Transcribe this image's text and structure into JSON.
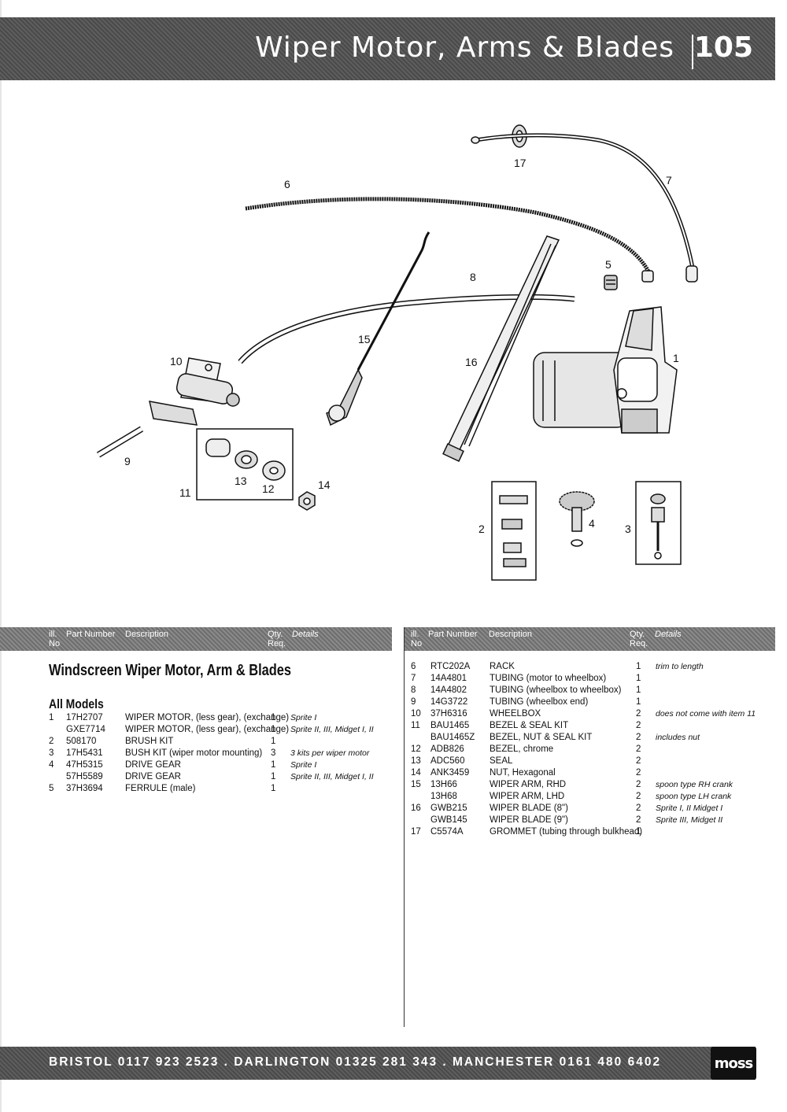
{
  "header": {
    "title": "Wiper Motor, Arms & Blades",
    "page_number": "105"
  },
  "diagram": {
    "callouts": [
      "1",
      "2",
      "3",
      "4",
      "5",
      "6",
      "7",
      "8",
      "9",
      "10",
      "11",
      "12",
      "13",
      "14",
      "15",
      "16",
      "17"
    ]
  },
  "table_headers": {
    "ill_no": "ill.\nNo",
    "part_number": "Part Number",
    "description": "Description",
    "qty": "Qty.\nReq.",
    "details": "Details"
  },
  "section": {
    "title": "Windscreen Wiper Motor, Arm & Blades",
    "subtitle": "All Models"
  },
  "left_rows": [
    {
      "no": "1",
      "part": "17H2707",
      "desc": "WIPER MOTOR, (less gear), (exchange)",
      "qty": "1",
      "details": "Sprite I"
    },
    {
      "no": "",
      "part": "GXE7714",
      "desc": "WIPER MOTOR, (less gear), (exchange)",
      "qty": "1",
      "details": "Sprite II, III, Midget I, II"
    },
    {
      "no": "2",
      "part": "508170",
      "desc": "BRUSH KIT",
      "qty": "1",
      "details": ""
    },
    {
      "no": "3",
      "part": "17H5431",
      "desc": "BUSH KIT (wiper motor mounting)",
      "qty": "3",
      "details": "3 kits per wiper motor"
    },
    {
      "no": "4",
      "part": "47H5315",
      "desc": "DRIVE GEAR",
      "qty": "1",
      "details": "Sprite I"
    },
    {
      "no": "",
      "part": "57H5589",
      "desc": "DRIVE GEAR",
      "qty": "1",
      "details": "Sprite II, III, Midget I, II"
    },
    {
      "no": "5",
      "part": "37H3694",
      "desc": "FERRULE (male)",
      "qty": "1",
      "details": ""
    }
  ],
  "right_rows": [
    {
      "no": "6",
      "part": "RTC202A",
      "desc": "RACK",
      "qty": "1",
      "details": "trim to length"
    },
    {
      "no": "7",
      "part": "14A4801",
      "desc": "TUBING (motor to wheelbox)",
      "qty": "1",
      "details": ""
    },
    {
      "no": "8",
      "part": "14A4802",
      "desc": "TUBING (wheelbox to wheelbox)",
      "qty": "1",
      "details": ""
    },
    {
      "no": "9",
      "part": "14G3722",
      "desc": "TUBING (wheelbox end)",
      "qty": "1",
      "details": ""
    },
    {
      "no": "10",
      "part": "37H6316",
      "desc": "WHEELBOX",
      "qty": "2",
      "details": "does not come with item 11"
    },
    {
      "no": "11",
      "part": "BAU1465",
      "desc": "BEZEL & SEAL KIT",
      "qty": "2",
      "details": ""
    },
    {
      "no": "",
      "part": "BAU1465Z",
      "desc": "BEZEL, NUT & SEAL KIT",
      "qty": "2",
      "details": "includes nut"
    },
    {
      "no": "12",
      "part": "ADB826",
      "desc": "BEZEL, chrome",
      "qty": "2",
      "details": ""
    },
    {
      "no": "13",
      "part": "ADC560",
      "desc": "SEAL",
      "qty": "2",
      "details": ""
    },
    {
      "no": "14",
      "part": "ANK3459",
      "desc": "NUT, Hexagonal",
      "qty": "2",
      "details": ""
    },
    {
      "no": "15",
      "part": "13H66",
      "desc": "WIPER ARM, RHD",
      "qty": "2",
      "details": "spoon type RH crank"
    },
    {
      "no": "",
      "part": "13H68",
      "desc": "WIPER ARM, LHD",
      "qty": "2",
      "details": "spoon type LH crank"
    },
    {
      "no": "16",
      "part": "GWB215",
      "desc": "WIPER BLADE (8\")",
      "qty": "2",
      "details": "Sprite I, II Midget I"
    },
    {
      "no": "",
      "part": "GWB145",
      "desc": "WIPER BLADE (9\")",
      "qty": "2",
      "details": "Sprite III, Midget II"
    },
    {
      "no": "17",
      "part": "C5574A",
      "desc": "GROMMET (tubing through bulkhead)",
      "qty": "1",
      "details": ""
    }
  ],
  "footer": {
    "contacts": "BRISTOL  0117 923 2523  .  DARLINGTON  01325 281 343  .  MANCHESTER  0161 480 6402",
    "logo": "moss"
  }
}
